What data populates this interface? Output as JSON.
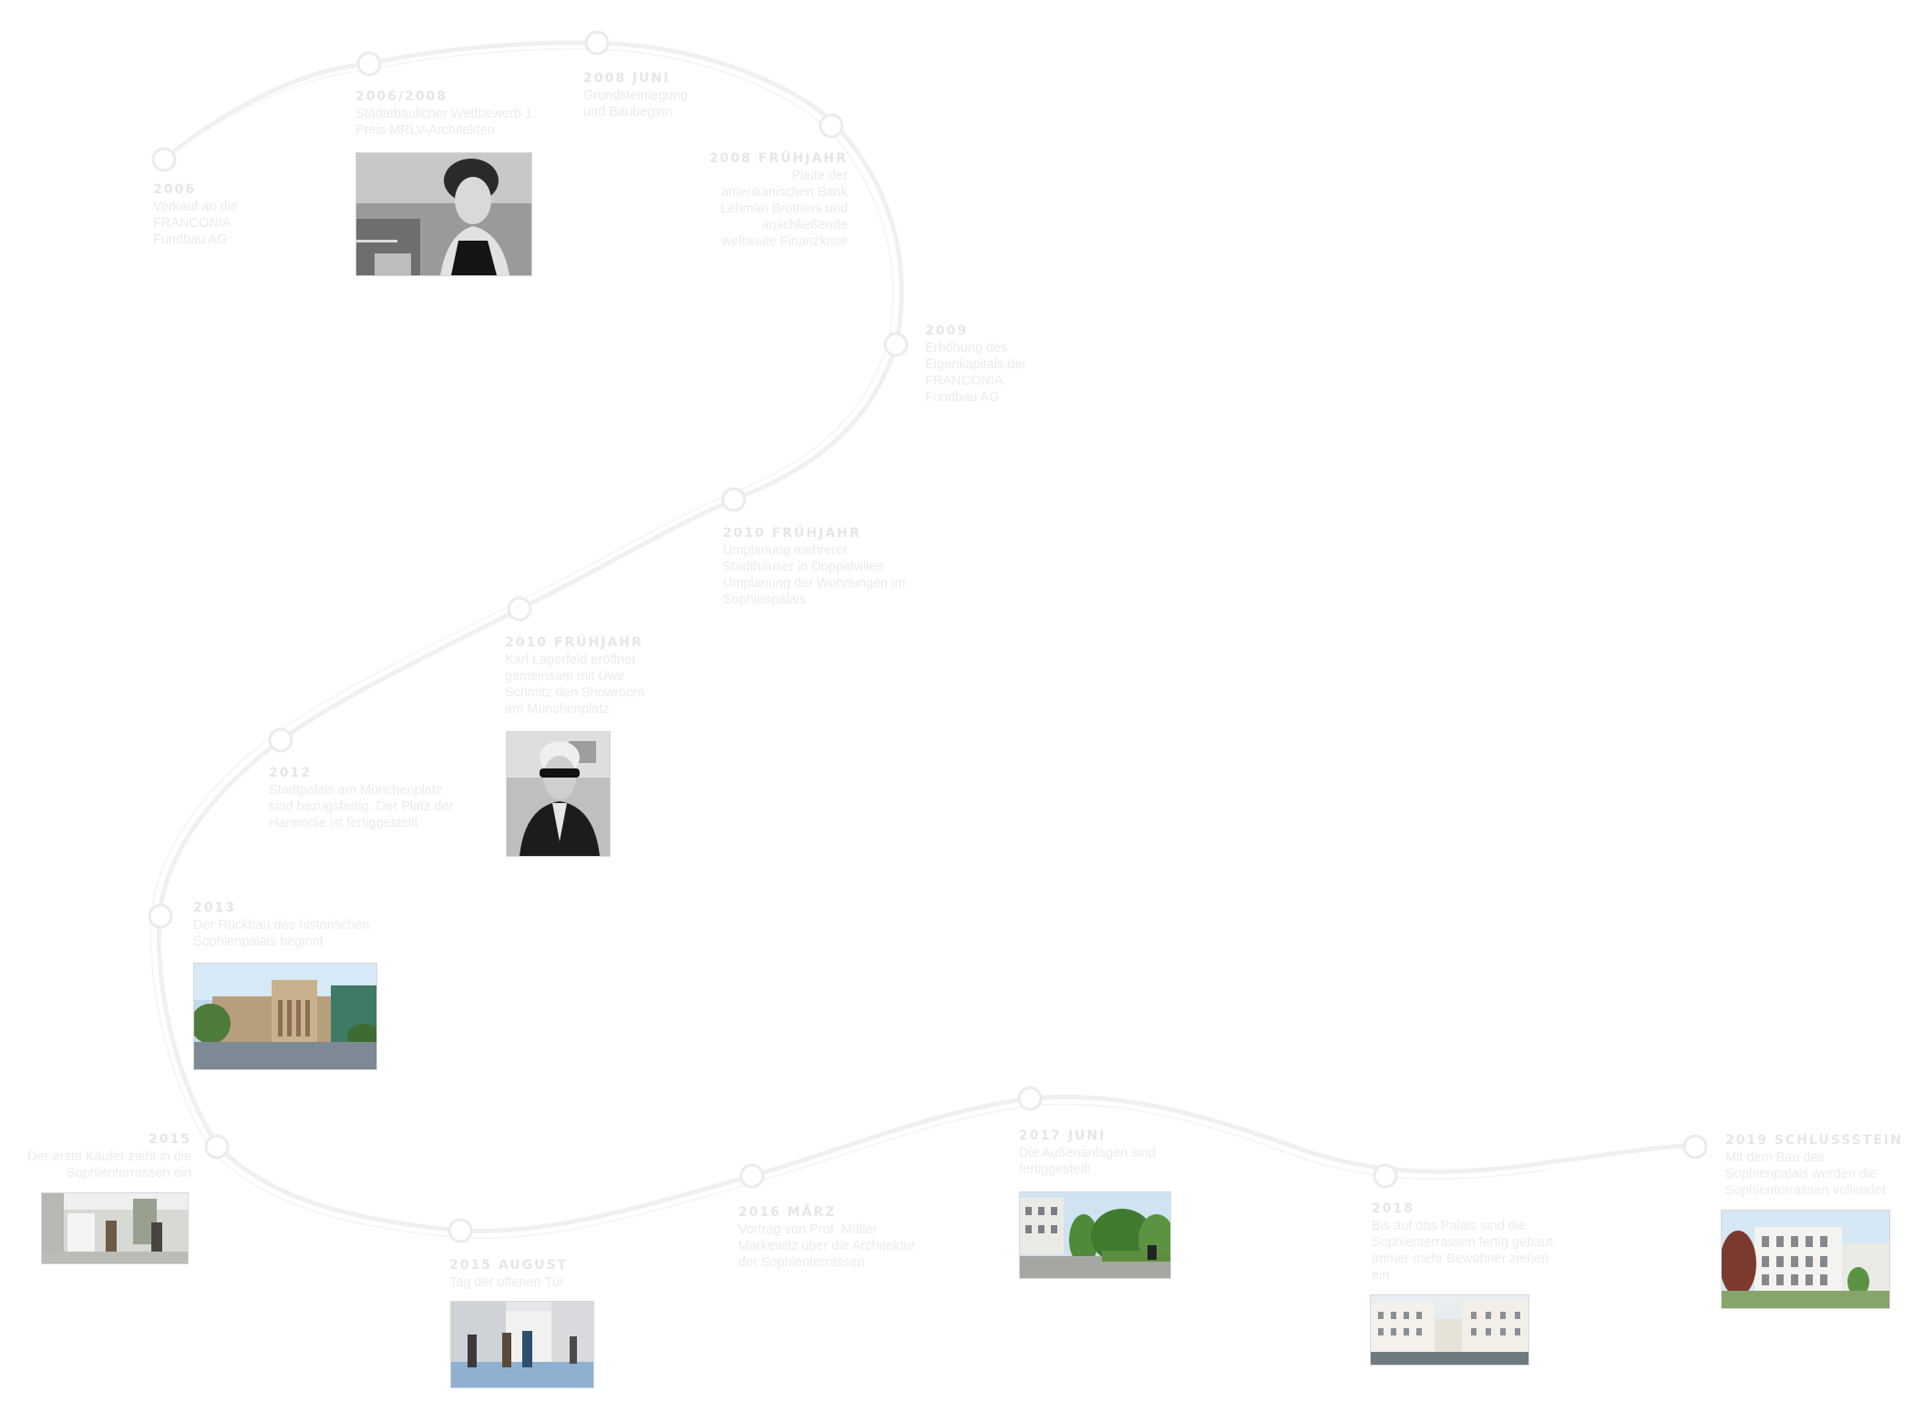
{
  "milestones": [
    {
      "id": "m2006",
      "year": "2006",
      "text": "Verkauf an die FRANCONIA Fundbau AG"
    },
    {
      "id": "m2006b",
      "year": "2006/2008",
      "text": "Städtebaulicher Wettbewerb 1. Preis MRLV-Architekten"
    },
    {
      "id": "m2008a",
      "year": "2008 Juni",
      "text": "Grundsteinlegung und Baubeginn"
    },
    {
      "id": "m2008b",
      "year": "2008 Frühjahr",
      "text": "Pleite der amerikanischen Bank Lehman Brothers und anschließende weltweite Finanzkrise"
    },
    {
      "id": "m2009",
      "year": "2009",
      "text": "Erhöhung des Eigenkapitals der FRANCONIA Fundbau AG"
    },
    {
      "id": "m2010",
      "year": "2010 Frühjahr",
      "text": "Umplanung mehrerer Stadthäuser in Doppelvillen Umplanung der Wohnungen im Sophienpalais"
    },
    {
      "id": "m2010b",
      "year": "2010 Frühjahr",
      "text": "Karl Lagerfeld eröffnet gemeinsam mit Uwe Schmitz den Showroom am Münchenplatz"
    },
    {
      "id": "m2012",
      "year": "2012",
      "text": "Stadtpalais am Münchenplatz sind bezugsfertig. Der Platz der Harmonie ist fertiggestellt"
    },
    {
      "id": "m2013",
      "year": "2013",
      "text": "Der Rückbau des historischen Sophienpalais beginnt"
    },
    {
      "id": "m2015",
      "year": "2015",
      "text": "Der erste Käufer zieht in die Sophienterrassen ein"
    },
    {
      "id": "m2015b",
      "year": "2015 August",
      "text": "Tag der offenen Tür"
    },
    {
      "id": "m2016",
      "year": "2016 März",
      "text": "Vortrag von Prof. Müller Markewitz über die Architektur der Sophienterrassen"
    },
    {
      "id": "m2017",
      "year": "2017 Juni",
      "text": "Die Außenanlagen sind fertiggestellt"
    },
    {
      "id": "m2018",
      "year": "2018",
      "text": "Bis auf das Palais sind die Sophienterrassen fertig gebaut. Immer mehr Bewohner ziehen ein"
    },
    {
      "id": "m2019",
      "year": "2019 Schlussstein",
      "text": "Mit dem Bau des Sophienpalais werden die Sophienterrassen vollendet"
    }
  ],
  "photos": [
    {
      "id": "portrait-woman",
      "subject": "portrait",
      "tone": "bw"
    },
    {
      "id": "portrait-lagerfeld",
      "subject": "portrait",
      "tone": "bw"
    },
    {
      "id": "historic-palais",
      "subject": "building",
      "tone": "color"
    },
    {
      "id": "first-buyer",
      "subject": "people",
      "tone": "color"
    },
    {
      "id": "open-house",
      "subject": "people",
      "tone": "color"
    },
    {
      "id": "outdoor-grounds",
      "subject": "garden",
      "tone": "color"
    },
    {
      "id": "terraces-built",
      "subject": "building",
      "tone": "color"
    },
    {
      "id": "palais-final",
      "subject": "building",
      "tone": "color"
    }
  ],
  "colors": {
    "line": "#efefef",
    "text": "#ebebeb",
    "year": "#e6e6e6"
  }
}
